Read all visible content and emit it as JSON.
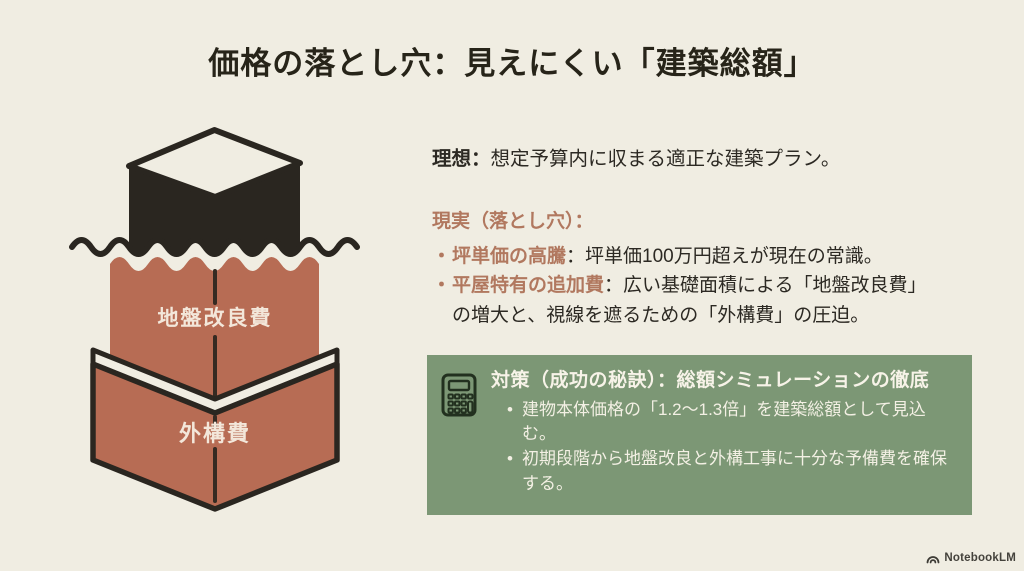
{
  "title": "価格の落とし穴：見えにくい「建築総額」",
  "diagram": {
    "underwater_label_1": "地盤改良費",
    "underwater_label_2": "外構費"
  },
  "ideal": {
    "lead": "理想：",
    "text": "想定予算内に収まる適正な建築プラン。"
  },
  "reality": {
    "heading": "現実（落とし穴）：",
    "marker": "・",
    "bullets": [
      {
        "lead": "坪単価の高騰",
        "text": "：坪単価100万円超えが現在の常識。"
      },
      {
        "lead": "平屋特有の追加費",
        "text": "：広い基礎面積による「地盤改良費」の増大と、視線を遮るための「外構費」の圧迫。"
      }
    ]
  },
  "solution": {
    "heading": "対策（成功の秘訣）：総額シミュレーションの徹底",
    "marker": "•",
    "bullets": [
      "建物本体価格の「1.2〜1.3倍」を建築総額として見込む。",
      "初期段階から地盤改良と外構工事に十分な予備費を確保する。"
    ]
  },
  "footer": {
    "brand": "NotebookLM"
  },
  "colors": {
    "background": "#f0ede2",
    "ink": "#272419",
    "terracotta": "#b76c54",
    "accent_brown": "#b1785f",
    "solution_green": "#7c9775",
    "cream": "#f0ede2",
    "iceberg_black": "#2a2620"
  }
}
